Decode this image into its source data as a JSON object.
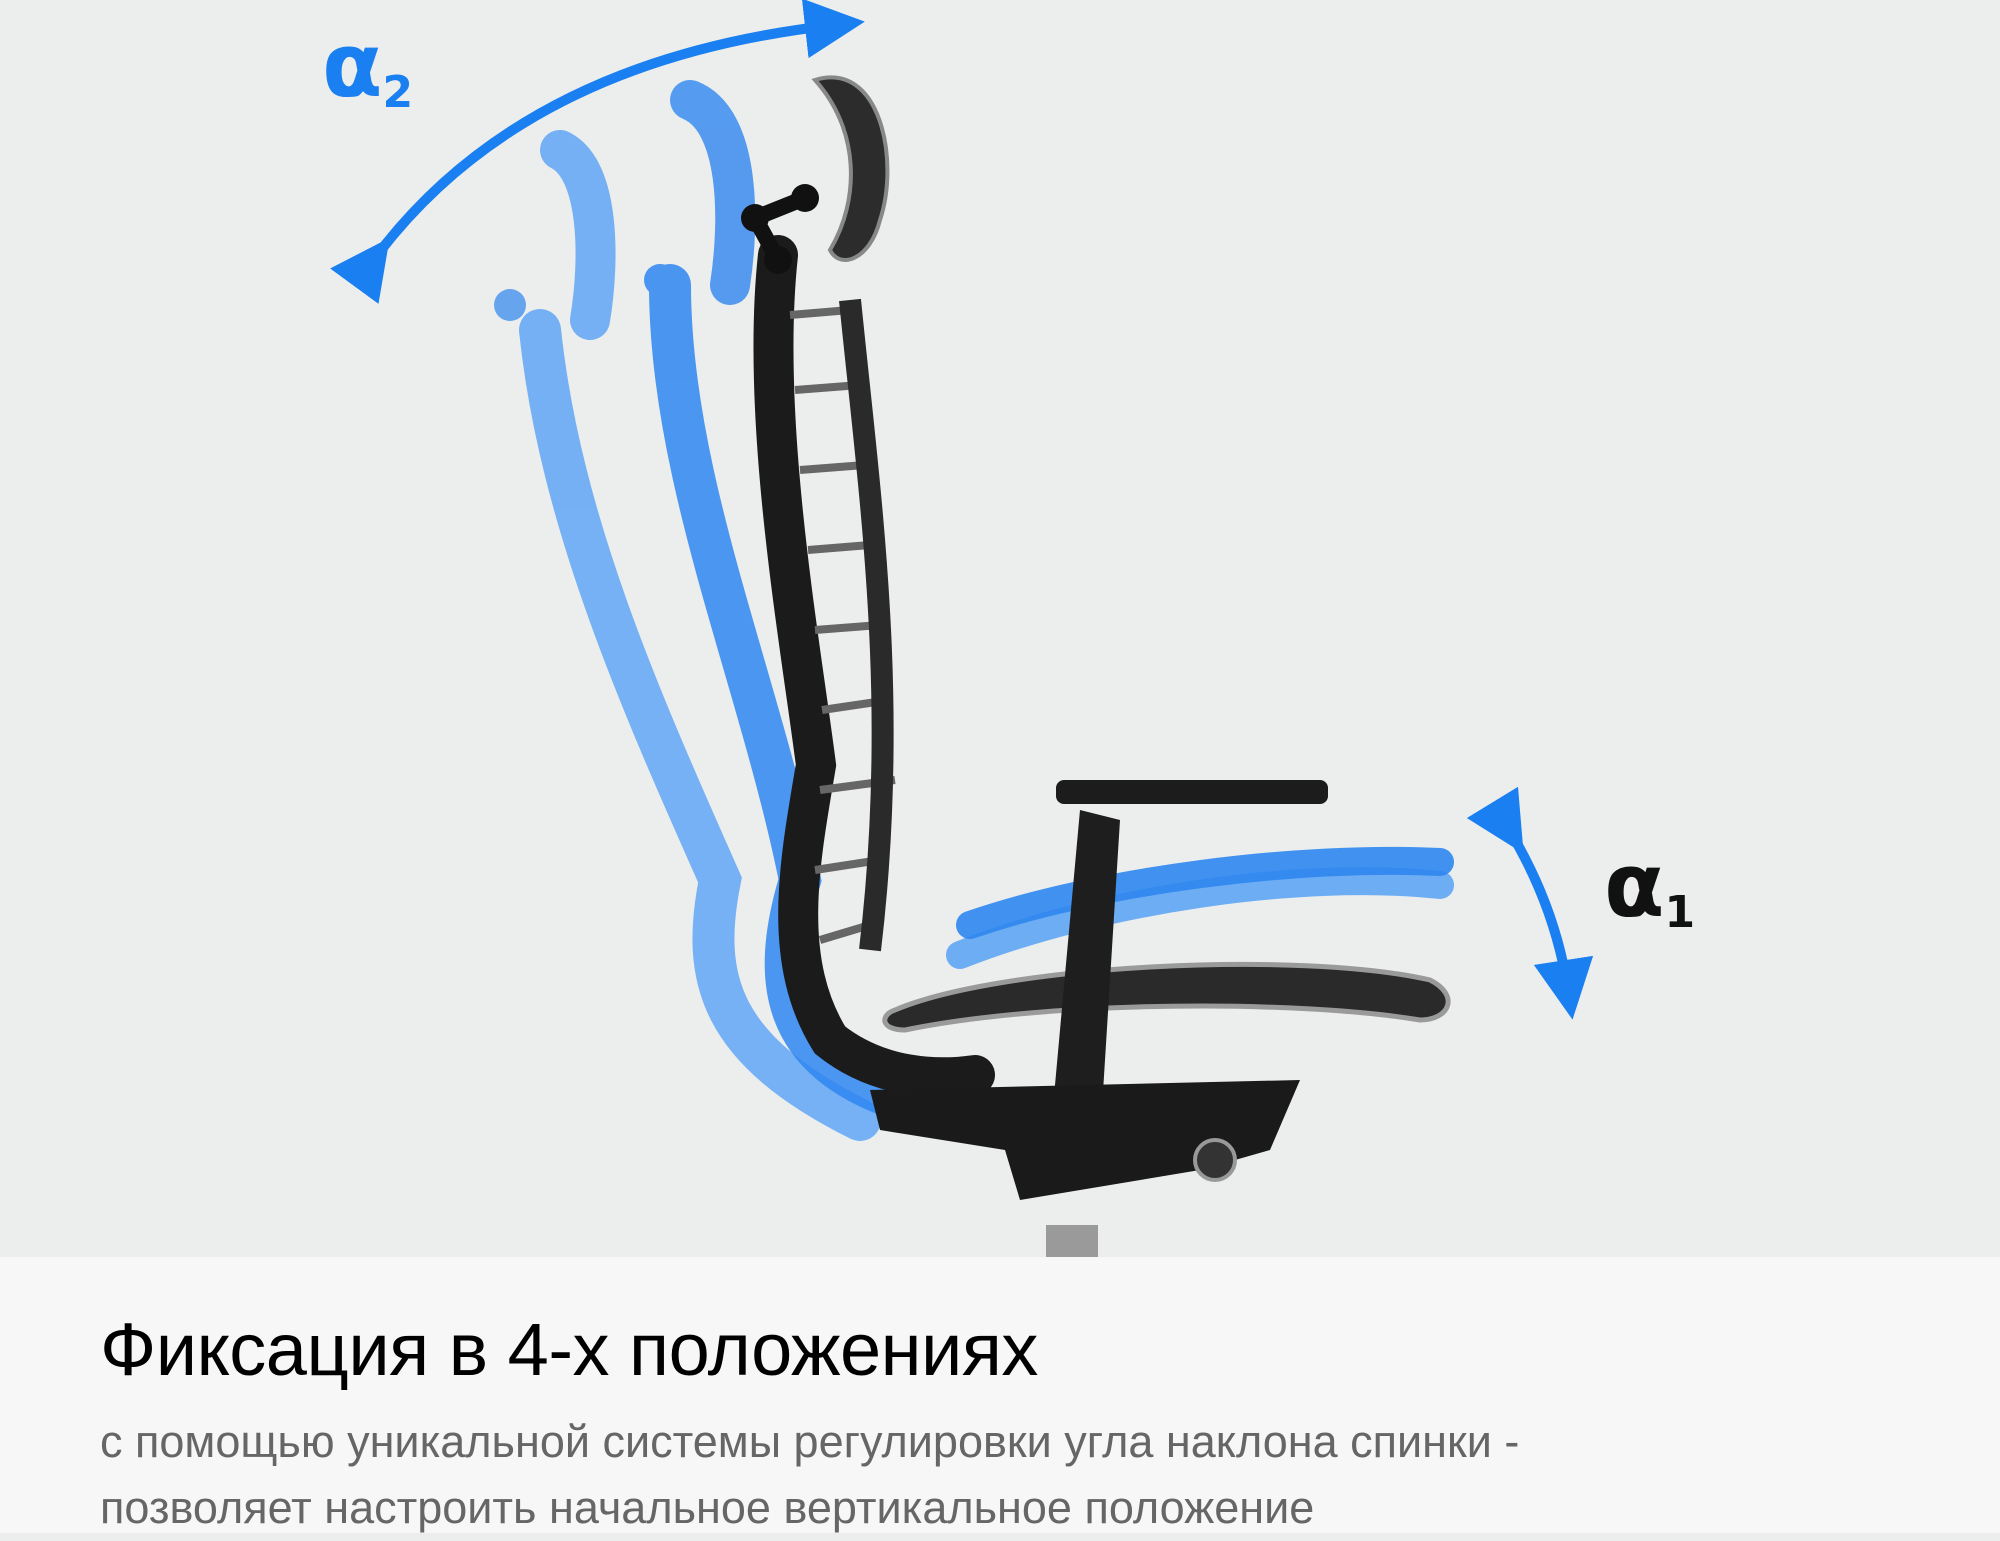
{
  "labels": {
    "alpha2": {
      "symbol": "α",
      "index": "2"
    },
    "alpha1": {
      "symbol": "α",
      "index": "1"
    }
  },
  "caption": {
    "title": "Фиксация в 4-х положениях",
    "subtitle_line1": "с помощью уникальной системы регулировки угла наклона спинки -",
    "subtitle_line2": "позволяет настроить начальное вертикальное положение"
  },
  "colors": {
    "accent": "#1a7ff0",
    "background": "#ebeeed",
    "caption_bg": "#f7f7f7"
  }
}
